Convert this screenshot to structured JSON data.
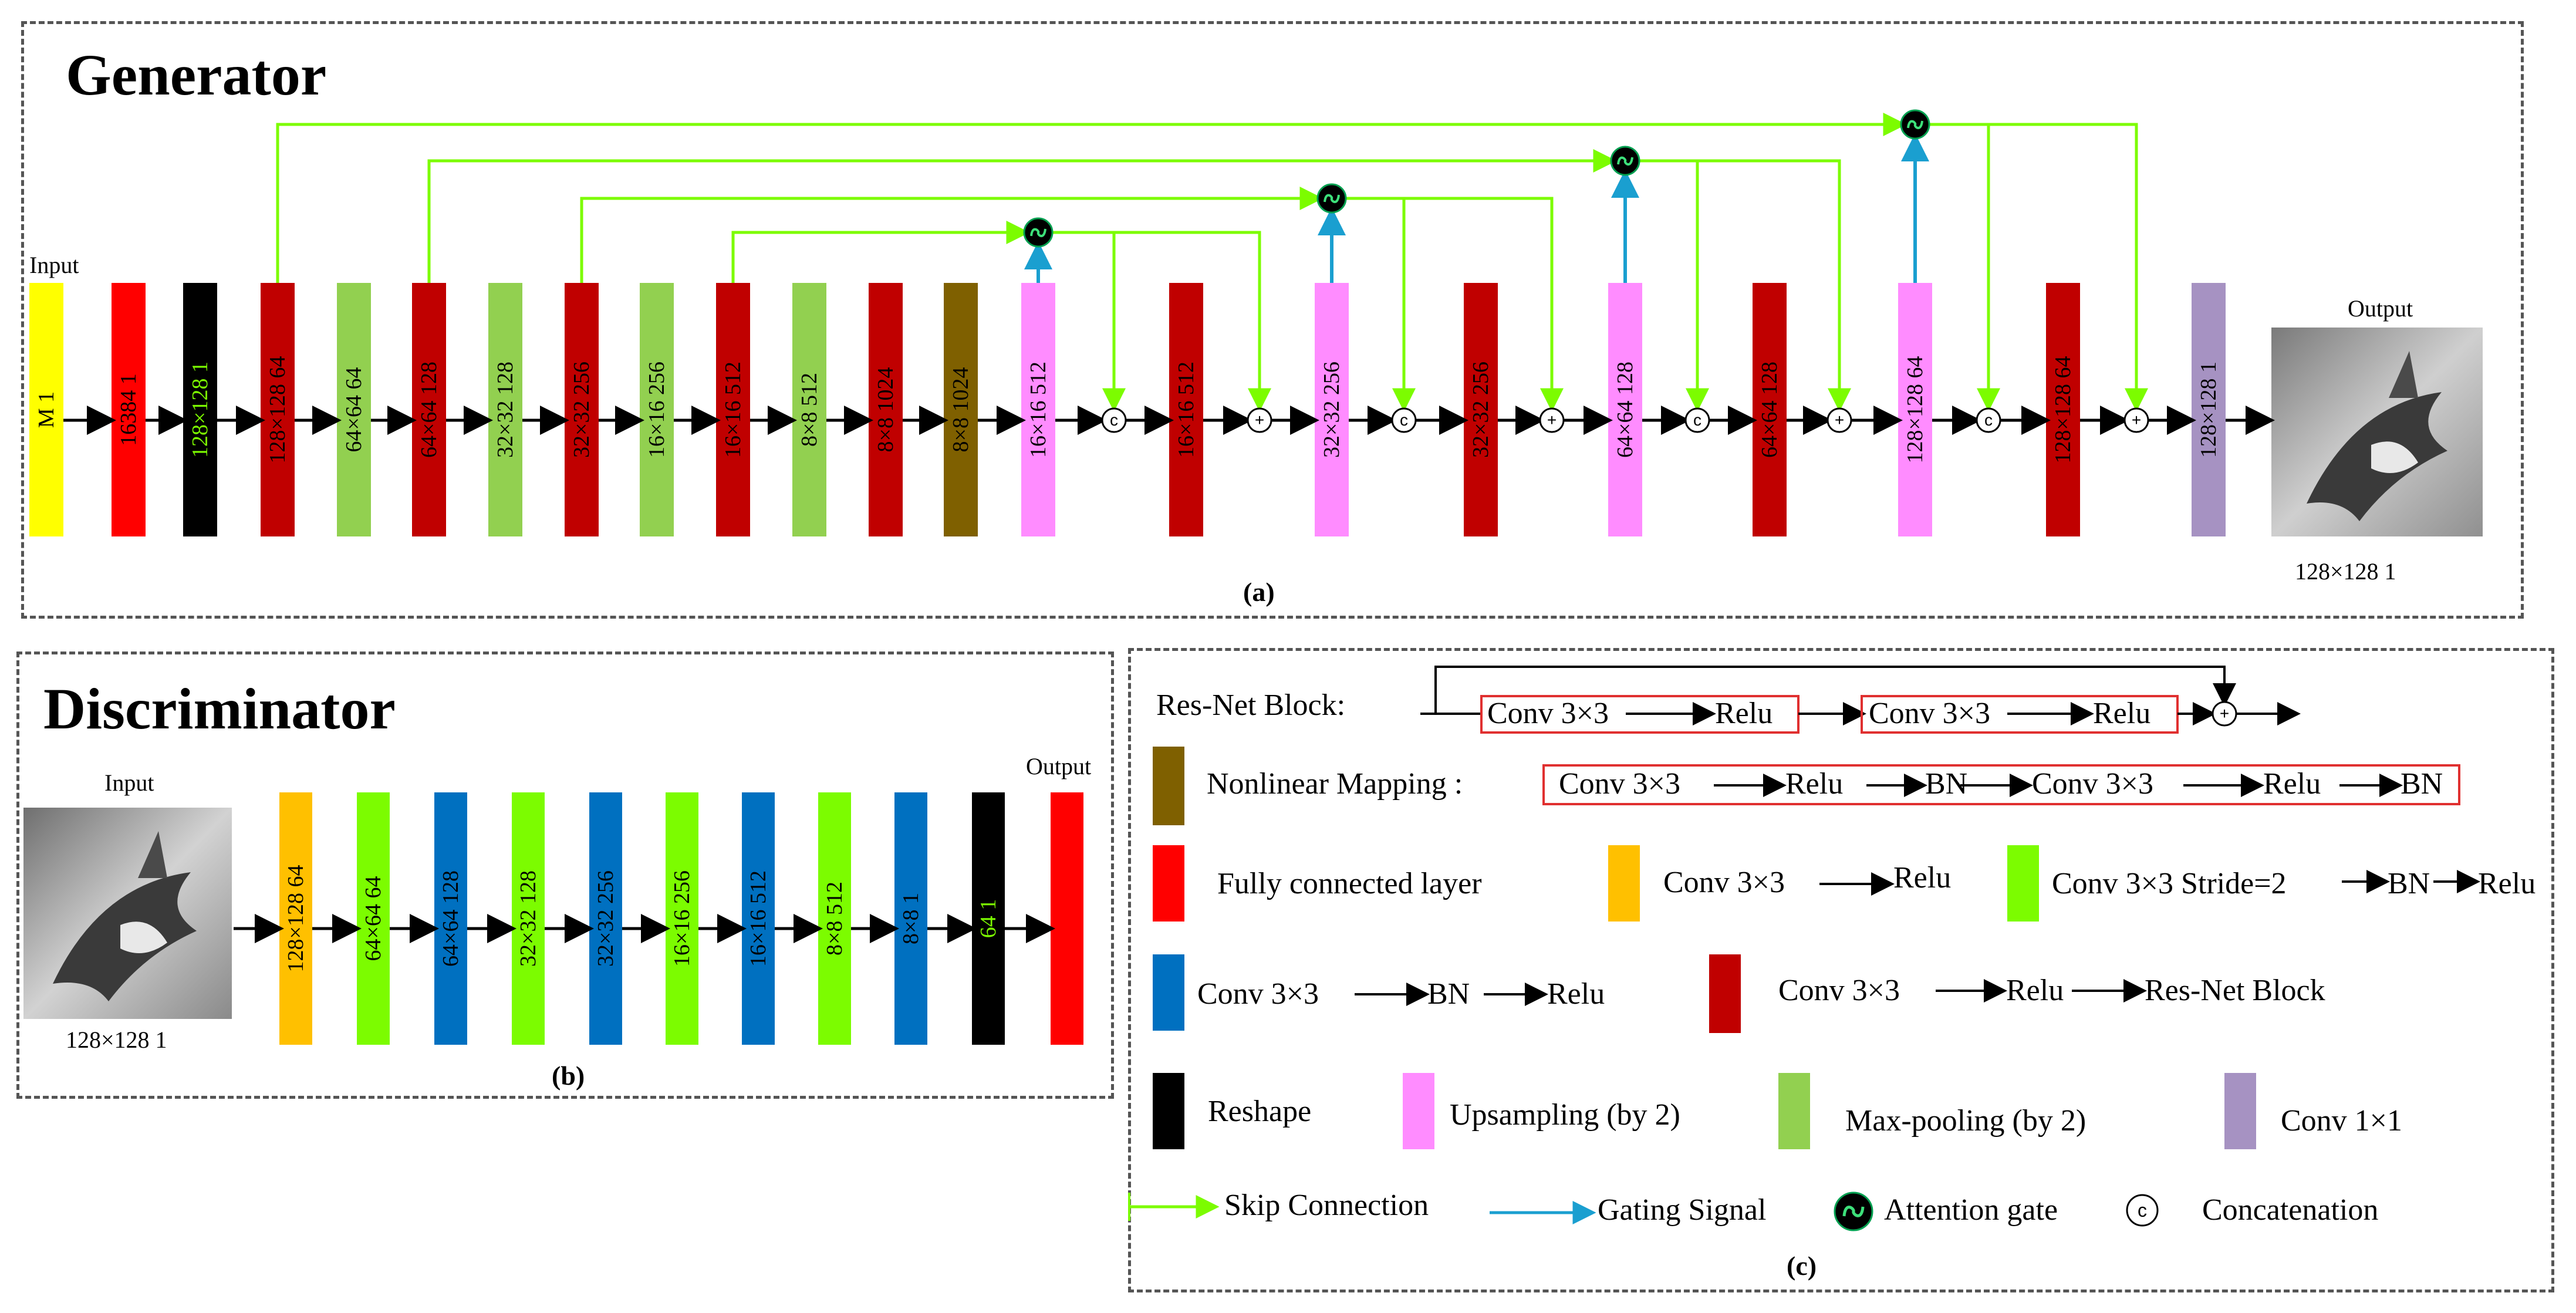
{
  "generator": {
    "title": "Generator",
    "input_label": "Input",
    "output_label": "Output",
    "output_size": "128×128  1",
    "sublabel": "(a)",
    "blocks": [
      {
        "label": "M  1",
        "color": "#ffff00",
        "text_color": "#000000"
      },
      {
        "label": "16384  1",
        "color": "#ff0000",
        "text_color": "#000000"
      },
      {
        "label": "128×128  1",
        "color": "#000000",
        "text_color": "#7cfc00"
      },
      {
        "label": "128×128  64",
        "color": "#c00000",
        "text_color": "#000000"
      },
      {
        "label": "64×64  64",
        "color": "#92d050",
        "text_color": "#000000"
      },
      {
        "label": "64×64  128",
        "color": "#c00000",
        "text_color": "#000000"
      },
      {
        "label": "32×32  128",
        "color": "#92d050",
        "text_color": "#000000"
      },
      {
        "label": "32×32  256",
        "color": "#c00000",
        "text_color": "#000000"
      },
      {
        "label": "16×16  256",
        "color": "#92d050",
        "text_color": "#000000"
      },
      {
        "label": "16×16  512",
        "color": "#c00000",
        "text_color": "#000000"
      },
      {
        "label": "8×8  512",
        "color": "#92d050",
        "text_color": "#000000"
      },
      {
        "label": "8×8  1024",
        "color": "#c00000",
        "text_color": "#000000"
      },
      {
        "label": "8×8  1024",
        "color": "#7f6000",
        "text_color": "#000000"
      },
      {
        "label": "16×16  512",
        "color": "#ff8cff",
        "text_color": "#000000"
      },
      {
        "label": "16×16  512",
        "color": "#c00000",
        "text_color": "#000000"
      },
      {
        "label": "32×32  256",
        "color": "#ff8cff",
        "text_color": "#000000"
      },
      {
        "label": "32×32  256",
        "color": "#c00000",
        "text_color": "#000000"
      },
      {
        "label": "64×64  128",
        "color": "#ff8cff",
        "text_color": "#000000"
      },
      {
        "label": "64×64  128",
        "color": "#c00000",
        "text_color": "#000000"
      },
      {
        "label": "128×128  64",
        "color": "#ff8cff",
        "text_color": "#000000"
      },
      {
        "label": "128×128  64",
        "color": "#c00000",
        "text_color": "#000000"
      },
      {
        "label": "128×128  1",
        "color": "#a692c2",
        "text_color": "#000000"
      }
    ],
    "operators": [
      "c",
      "+",
      "c",
      "+",
      "c",
      "+",
      "c",
      "+"
    ]
  },
  "discriminator": {
    "title": "Discriminator",
    "input_label": "Input",
    "input_size": "128×128  1",
    "output_label": "Output",
    "sublabel": "(b)",
    "blocks": [
      {
        "label": "128×128  64",
        "color": "#ffc000",
        "text_color": "#000000"
      },
      {
        "label": "64×64  64",
        "color": "#7cfc00",
        "text_color": "#000000"
      },
      {
        "label": "64×64  128",
        "color": "#0070c0",
        "text_color": "#000000"
      },
      {
        "label": "32×32  128",
        "color": "#7cfc00",
        "text_color": "#000000"
      },
      {
        "label": "32×32  256",
        "color": "#0070c0",
        "text_color": "#000000"
      },
      {
        "label": "16×16  256",
        "color": "#7cfc00",
        "text_color": "#000000"
      },
      {
        "label": "16×16  512",
        "color": "#0070c0",
        "text_color": "#000000"
      },
      {
        "label": "8×8  512",
        "color": "#7cfc00",
        "text_color": "#000000"
      },
      {
        "label": "8×8  1",
        "color": "#0070c0",
        "text_color": "#000000"
      },
      {
        "label": "64  1",
        "color": "#000000",
        "text_color": "#7cfc00"
      },
      {
        "label": "",
        "color": "#ff0000",
        "text_color": "#000000"
      }
    ]
  },
  "legend": {
    "sublabel": "(c)",
    "resnet": {
      "label": "Res-Net Block:",
      "box1": [
        "Conv 3×3",
        "Relu"
      ],
      "box2": [
        "Conv 3×3",
        "Relu"
      ],
      "op": "+"
    },
    "nonlinear": {
      "label": "Nonlinear Mapping :",
      "steps": [
        "Conv 3×3",
        "Relu",
        "BN",
        "Conv 3×3",
        "Relu",
        "BN"
      ],
      "color": "#7f6000"
    },
    "fc": {
      "label": "Fully connected layer",
      "color": "#ff0000"
    },
    "conv_relu": {
      "steps": [
        "Conv 3×3",
        "Relu"
      ],
      "color": "#ffc000"
    },
    "conv_stride": {
      "steps": [
        "Conv 3×3  Stride=2",
        "BN",
        "Relu"
      ],
      "color": "#7cfc00"
    },
    "conv_bn_relu": {
      "steps": [
        "Conv 3×3",
        "BN",
        "Relu"
      ],
      "color": "#0070c0"
    },
    "conv_resnet": {
      "steps": [
        "Conv 3×3",
        "Relu",
        "Res-Net Block"
      ],
      "color": "#c00000"
    },
    "reshape": {
      "label": "Reshape",
      "color": "#000000"
    },
    "upsampling": {
      "label": "Upsampling (by 2)",
      "color": "#ff8cff"
    },
    "maxpool": {
      "label": "Max-pooling (by 2)",
      "color": "#92d050"
    },
    "conv1x1": {
      "label": "Conv 1×1",
      "color": "#a692c2"
    },
    "skip": {
      "label": "Skip Connection",
      "color": "#7cfc00"
    },
    "gating": {
      "label": "Gating Signal",
      "color": "#1a9fd0"
    },
    "attention": {
      "label": "Attention gate"
    },
    "concat": {
      "label": "Concatenation",
      "symbol": "c"
    }
  }
}
